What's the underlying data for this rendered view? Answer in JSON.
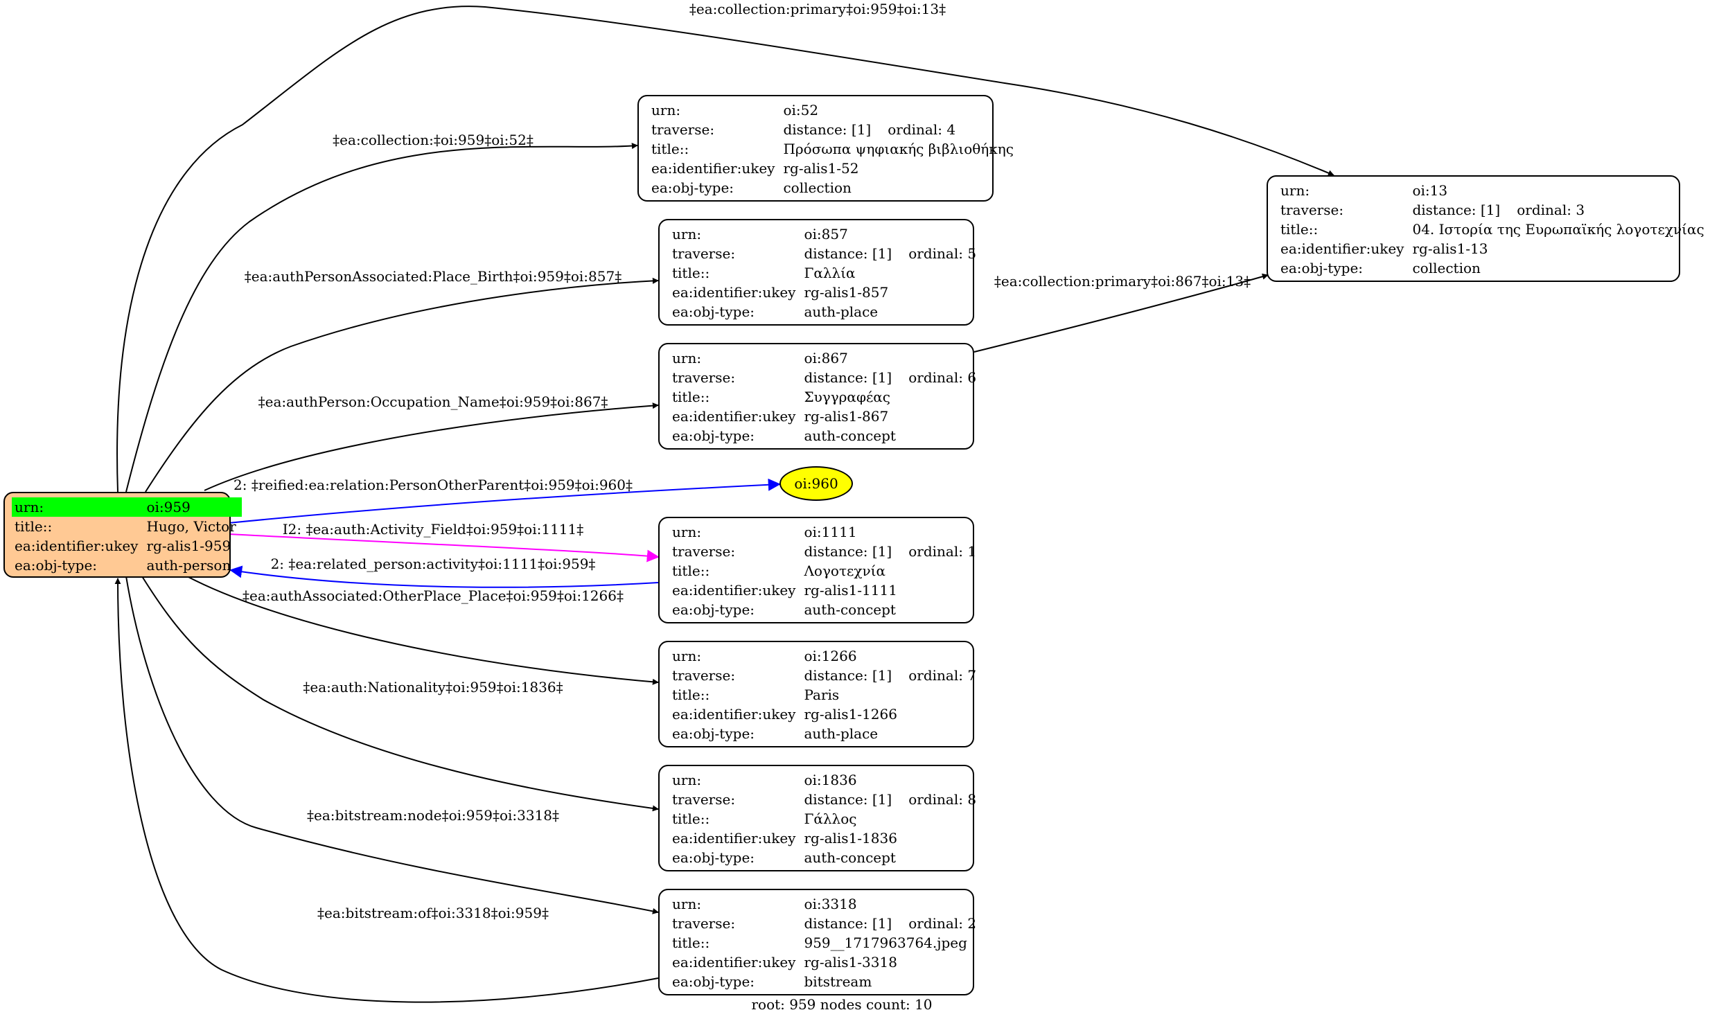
{
  "graph": {
    "root": {
      "rows": [
        {
          "k": "urn:",
          "v": "oi:959"
        },
        {
          "k": "title::",
          "v": "Hugo, Victor"
        },
        {
          "k": "ea:identifier:ukey",
          "v": "rg-alis1-959"
        },
        {
          "k": "ea:obj-type:",
          "v": "auth-person"
        }
      ],
      "color": "#ffc994",
      "urn_highlight": "#00ff00"
    },
    "nodes": [
      {
        "id": "oi52",
        "urn": "oi:52",
        "distance": "distance: [1]",
        "ordinal": "ordinal: 4",
        "title": "Πρόσωπα ψηφιακής βιβλιοθήκης",
        "ukey": "rg-alis1-52",
        "type": "collection"
      },
      {
        "id": "oi857",
        "urn": "oi:857",
        "distance": "distance: [1]",
        "ordinal": "ordinal: 5",
        "title": "Γαλλία",
        "ukey": "rg-alis1-857",
        "type": "auth-place"
      },
      {
        "id": "oi867",
        "urn": "oi:867",
        "distance": "distance: [1]",
        "ordinal": "ordinal: 6",
        "title": "Συγγραφέας",
        "ukey": "rg-alis1-867",
        "type": "auth-concept"
      },
      {
        "id": "oi1111",
        "urn": "oi:1111",
        "distance": "distance: [1]",
        "ordinal": "ordinal: 1",
        "title": "Λογοτεχνία",
        "ukey": "rg-alis1-1111",
        "type": "auth-concept"
      },
      {
        "id": "oi1266",
        "urn": "oi:1266",
        "distance": "distance: [1]",
        "ordinal": "ordinal: 7",
        "title": "Paris",
        "ukey": "rg-alis1-1266",
        "type": "auth-place"
      },
      {
        "id": "oi1836",
        "urn": "oi:1836",
        "distance": "distance: [1]",
        "ordinal": "ordinal: 8",
        "title": "Γάλλος",
        "ukey": "rg-alis1-1836",
        "type": "auth-concept"
      },
      {
        "id": "oi3318",
        "urn": "oi:3318",
        "distance": "distance: [1]",
        "ordinal": "ordinal: 2",
        "title": "959__1717963764.jpeg",
        "ukey": "rg-alis1-3318",
        "type": "bitstream"
      },
      {
        "id": "oi13",
        "urn": "oi:13",
        "distance": "distance: [1]",
        "ordinal": "ordinal: 3",
        "title": "04. Ιστορία της Ευρωπαϊκής λογοτεχνίας",
        "ukey": "rg-alis1-13",
        "type": "collection"
      }
    ],
    "field_keys": {
      "urn": "urn:",
      "traverse": "traverse:",
      "title": "title::",
      "ukey": "ea:identifier:ukey",
      "type": "ea:obj-type:"
    },
    "ellipse": {
      "label": "oi:960",
      "color": "#ffff00"
    },
    "edges": [
      {
        "id": "e1",
        "label": "‡ea:collection:primary‡oi:959‡oi:13‡",
        "color": "#000000"
      },
      {
        "id": "e2",
        "label": "‡ea:collection:‡oi:959‡oi:52‡",
        "color": "#000000"
      },
      {
        "id": "e3",
        "label": "‡ea:authPersonAssociated:Place_Birth‡oi:959‡oi:857‡",
        "color": "#000000"
      },
      {
        "id": "e4",
        "label": "‡ea:authPerson:Occupation_Name‡oi:959‡oi:867‡",
        "color": "#000000"
      },
      {
        "id": "e5",
        "label": "2: ‡reified:ea:relation:PersonOtherParent‡oi:959‡oi:960‡",
        "color": "#0000ff"
      },
      {
        "id": "e6",
        "label": "I2: ‡ea:auth:Activity_Field‡oi:959‡oi:1111‡",
        "color": "#ff00ff"
      },
      {
        "id": "e7",
        "label": "2: ‡ea:related_person:activity‡oi:1111‡oi:959‡",
        "color": "#0000ff"
      },
      {
        "id": "e8",
        "label": "‡ea:authAssociated:OtherPlace_Place‡oi:959‡oi:1266‡",
        "color": "#000000"
      },
      {
        "id": "e9",
        "label": "‡ea:auth:Nationality‡oi:959‡oi:1836‡",
        "color": "#000000"
      },
      {
        "id": "e10",
        "label": "‡ea:bitstream:node‡oi:959‡oi:3318‡",
        "color": "#000000"
      },
      {
        "id": "e11",
        "label": "‡ea:bitstream:of‡oi:3318‡oi:959‡",
        "color": "#000000"
      },
      {
        "id": "e12",
        "label": "‡ea:collection:primary‡oi:867‡oi:13‡",
        "color": "#000000"
      }
    ],
    "footer": "root: 959 nodes count: 10"
  }
}
